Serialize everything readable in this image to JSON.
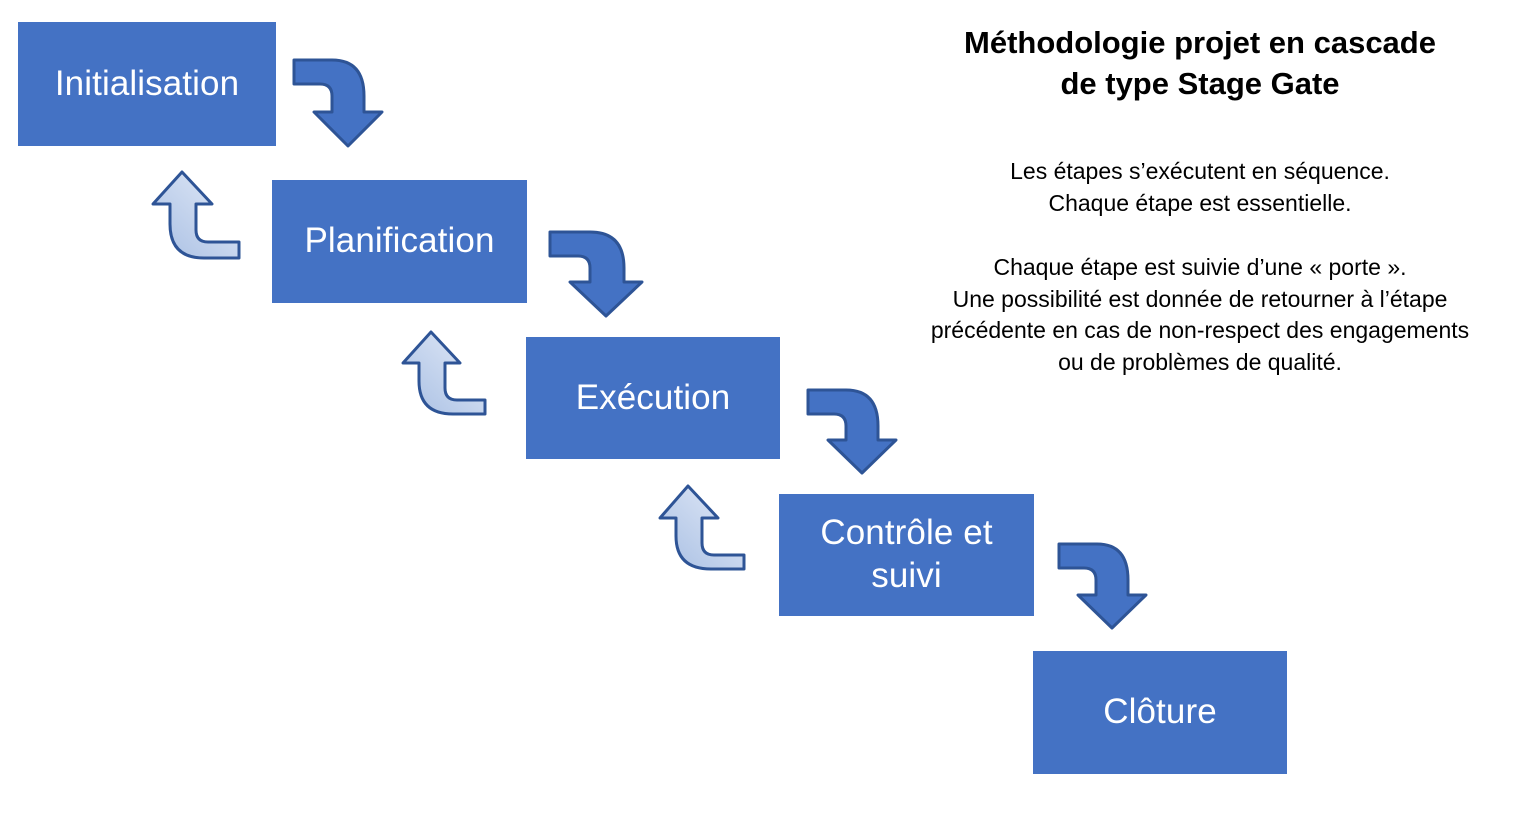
{
  "diagram": {
    "title": "Méthodologie projet en cascade\nde type Stage Gate",
    "paragraph_one": "Les étapes s’exécutent en séquence.\nChaque étape est essentielle.",
    "paragraph_two": "Chaque étape est suivie d’une « porte ».\nUne possibilité est donnée de retourner à l’étape\nprécédente en cas de non-respect des engagements\nou de problèmes de qualité.",
    "colors": {
      "stage_fill": "#4472C4",
      "stage_text": "#FFFFFF",
      "forward_arrow_fill": "#4472C4",
      "forward_arrow_stroke": "#2E5496",
      "return_arrow_fill_light": "#DCE6F5",
      "return_arrow_fill_dark": "#A8BFE3",
      "return_arrow_stroke": "#2E5496",
      "background": "#FFFFFF",
      "text": "#000000"
    },
    "stages": [
      {
        "id": "initialisation",
        "label": "Initialisation"
      },
      {
        "id": "planification",
        "label": "Planification"
      },
      {
        "id": "execution",
        "label": "Exécution"
      },
      {
        "id": "controle-suivi",
        "label": "Contrôle et\nsuivi"
      },
      {
        "id": "cloture",
        "label": "Clôture"
      }
    ],
    "forward_arrows": [
      {
        "id": "initialisation-to-planification",
        "from": "Initialisation",
        "to": "Planification"
      },
      {
        "id": "planification-to-execution",
        "from": "Planification",
        "to": "Exécution"
      },
      {
        "id": "execution-to-controle",
        "from": "Exécution",
        "to": "Contrôle et suivi"
      },
      {
        "id": "controle-to-cloture",
        "from": "Contrôle et suivi",
        "to": "Clôture"
      }
    ],
    "return_arrows": [
      {
        "id": "planification-back-to-initialisation",
        "from": "Planification",
        "to": "Initialisation"
      },
      {
        "id": "execution-back-to-planification",
        "from": "Exécution",
        "to": "Planification"
      },
      {
        "id": "controle-back-to-execution",
        "from": "Contrôle et suivi",
        "to": "Exécution"
      }
    ]
  }
}
